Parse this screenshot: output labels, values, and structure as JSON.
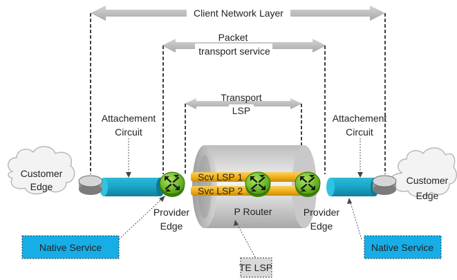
{
  "layers": {
    "client_network": "Client  Network Layer",
    "packet_transport_line1": "Packet",
    "packet_transport_line2": "transport service",
    "transport_lsp_line1": "Transport",
    "transport_lsp_line2": "LSP"
  },
  "left": {
    "customer_edge_line1": "Customer",
    "customer_edge_line2": "Edge",
    "attachment_line1": "Attachement",
    "attachment_line2": "Circuit",
    "provider_edge_line1": "Provider",
    "provider_edge_line2": "Edge",
    "native_service": "Native Service"
  },
  "right": {
    "customer_edge_line1": "Customer",
    "customer_edge_line2": "Edge",
    "attachment_line1": "Attachement",
    "attachment_line2": "Circuit",
    "provider_edge_line1": "Provider",
    "provider_edge_line2": "Edge",
    "native_service": "Native Service"
  },
  "core": {
    "scv_lsp_1": "Scv LSP 1",
    "svc_lsp_2": "Svc LSP 2",
    "p_router": "P Router",
    "te_lsp": "TE LSP"
  },
  "colors": {
    "native_service_fill": "#17aee8",
    "pseudowire": "#17a3c4",
    "lsp_tube": "#f2b21a",
    "router_green": "#6fc21d",
    "arrow_gray": "#bfbfbf",
    "te_lsp_fill": "#d9d9d9"
  }
}
